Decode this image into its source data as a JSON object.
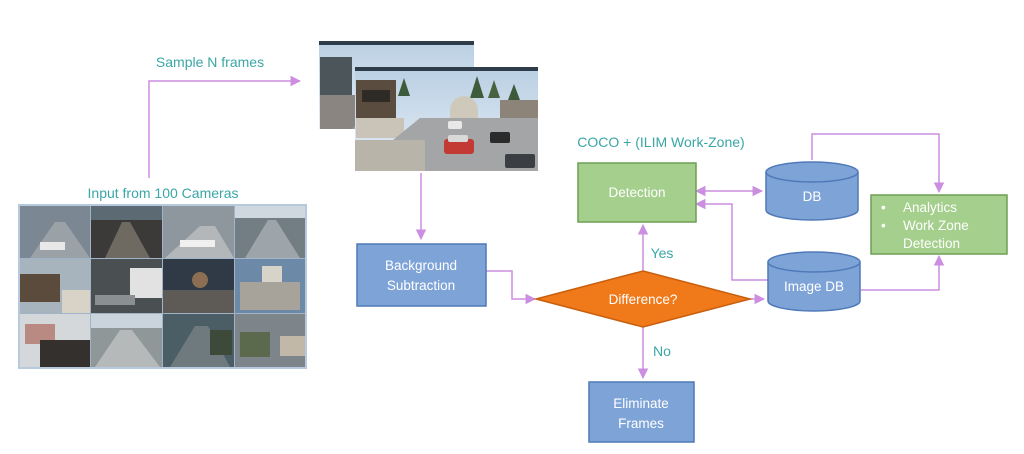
{
  "labels": {
    "sample": "Sample N frames",
    "input": "Input from 100 Cameras",
    "coco": "COCO + (ILIM Work-Zone)",
    "yes": "Yes",
    "no": "No"
  },
  "nodes": {
    "background": [
      "Background",
      "Subtraction"
    ],
    "difference": "Difference?",
    "detection": "Detection",
    "db": "DB",
    "image_db": "Image DB",
    "eliminate": [
      "Eliminate",
      "Frames"
    ],
    "analytics": [
      "Analytics",
      "Work Zone",
      "Detection"
    ]
  },
  "colors": {
    "arrow": "#cc8ee0",
    "label": "#3aa6a6",
    "blue_fill": "#7ea3d7",
    "blue_stroke": "#4f79b8",
    "green_fill": "#a4cf8c",
    "green_stroke": "#6f9e55",
    "orange_fill": "#f07a1a",
    "orange_stroke": "#c85f0e"
  }
}
